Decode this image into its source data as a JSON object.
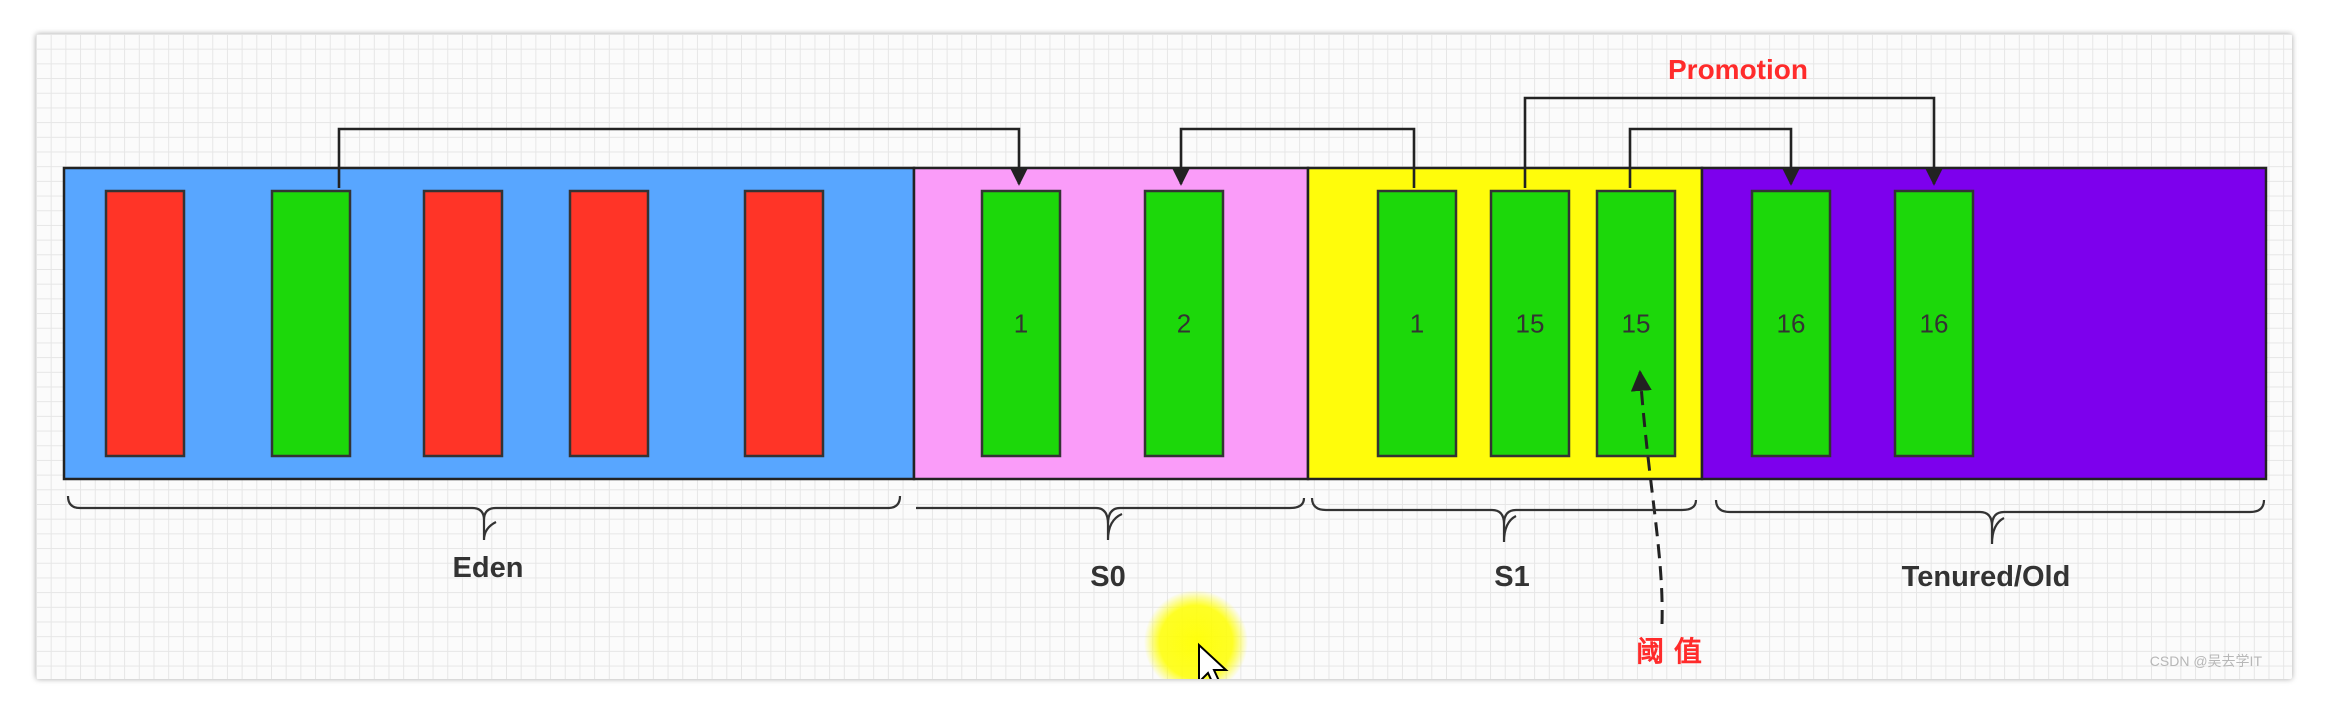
{
  "regions": [
    {
      "id": "eden",
      "label": "Eden",
      "color": "#58a6ff"
    },
    {
      "id": "s0",
      "label": "S0",
      "color": "#fa9cf9"
    },
    {
      "id": "s1",
      "label": "S1",
      "color": "#fffc0b"
    },
    {
      "id": "old",
      "label": "Tenured/Old",
      "color": "#7d00ed"
    }
  ],
  "objects": {
    "eden": [
      {
        "alive": false,
        "label": ""
      },
      {
        "alive": true,
        "label": ""
      },
      {
        "alive": false,
        "label": ""
      },
      {
        "alive": false,
        "label": ""
      },
      {
        "alive": false,
        "label": ""
      }
    ],
    "s0": [
      {
        "alive": true,
        "label": "1"
      },
      {
        "alive": true,
        "label": "2"
      }
    ],
    "s1": [
      {
        "alive": true,
        "label": "1"
      },
      {
        "alive": true,
        "label": "15"
      },
      {
        "alive": true,
        "label": "15"
      }
    ],
    "old": [
      {
        "alive": true,
        "label": "16"
      },
      {
        "alive": true,
        "label": "16"
      }
    ]
  },
  "colors": {
    "alive_object": "#1cd80a",
    "dead_object": "#ff3427",
    "annotation_red": "#ff2b2b",
    "connector": "#222222",
    "cursor_highlight": "#ffff00"
  },
  "annotations": {
    "promotion": "Promotion",
    "threshold": "阈 值"
  },
  "watermark": "CSDN @吴去学IT"
}
